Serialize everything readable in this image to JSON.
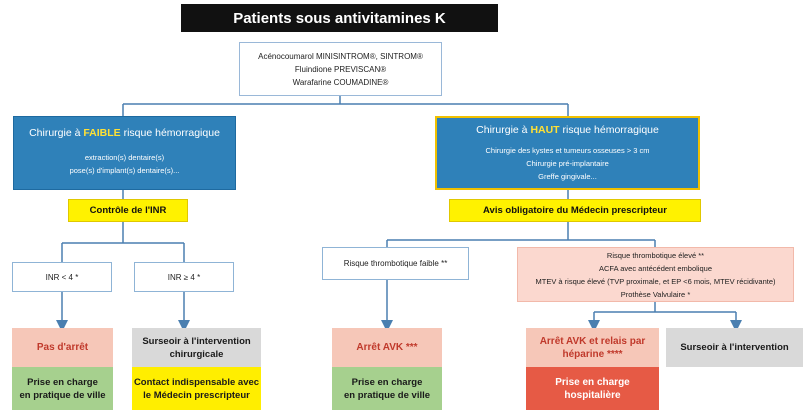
{
  "title": "Patients sous antivitamines K",
  "drugs": [
    "Acénocoumarol MINISINTROM®, SINTROM®",
    "Fluindione PREVISCAN®",
    "Warafarine COUMADINE®"
  ],
  "low_bleeding": {
    "head_prefix": "Chirurgie à ",
    "head_highlight": "FAIBLE",
    "head_suffix": " risque hémorragique",
    "items": [
      "extraction(s) dentaire(s)",
      "pose(s) d'implant(s) dentaire(s)..."
    ]
  },
  "high_bleeding": {
    "head_prefix": "Chirurgie à ",
    "head_highlight": "HAUT",
    "head_suffix": " risque hémorragique",
    "items": [
      "Chirurgie des kystes et tumeurs osseuses > 3 cm",
      "Chirurgie pré-implantaire",
      "Greffe gingivale..."
    ]
  },
  "inr_control": "Contrôle de l'INR",
  "prescriber_opinion": "Avis obligatoire du Médecin prescripteur",
  "inr_low": "INR < 4 *",
  "inr_high": "INR ≥ 4 *",
  "thrombo_low": "Risque thrombotique faible **",
  "thrombo_high": [
    "Risque thrombotique élevé **",
    "ACFA avec antécédent embolique",
    "MTEV à risque élevé (TVP proximale, et EP <6 mois, MTEV récidivante)",
    "Prothèse Valvulaire *"
  ],
  "no_stop": "Pas d'arrêt",
  "city_care_1": [
    "Prise en charge",
    "en pratique de ville"
  ],
  "postpone_surgical": [
    "Surseoir à l'intervention",
    "chirurgicale"
  ],
  "contact_prescriber": [
    "Contact indispensable avec",
    "le Médecin prescripteur"
  ],
  "stop_avk": "Arrêt AVK ***",
  "city_care_2": [
    "Prise en charge",
    "en pratique de ville"
  ],
  "stop_heparin": [
    "Arrêt AVK et relais par",
    "héparine ****"
  ],
  "hospital_care": [
    "Prise en charge",
    "hospitalière"
  ],
  "postpone": "Surseoir à l'intervention",
  "colors": {
    "blue": "#2f81b9",
    "yellow": "#fff200",
    "pink": "#f6c7b8",
    "green": "#a6d08e",
    "grey": "#d9d9d9",
    "red": "#e65a45",
    "connector": "#4a7fb0"
  }
}
